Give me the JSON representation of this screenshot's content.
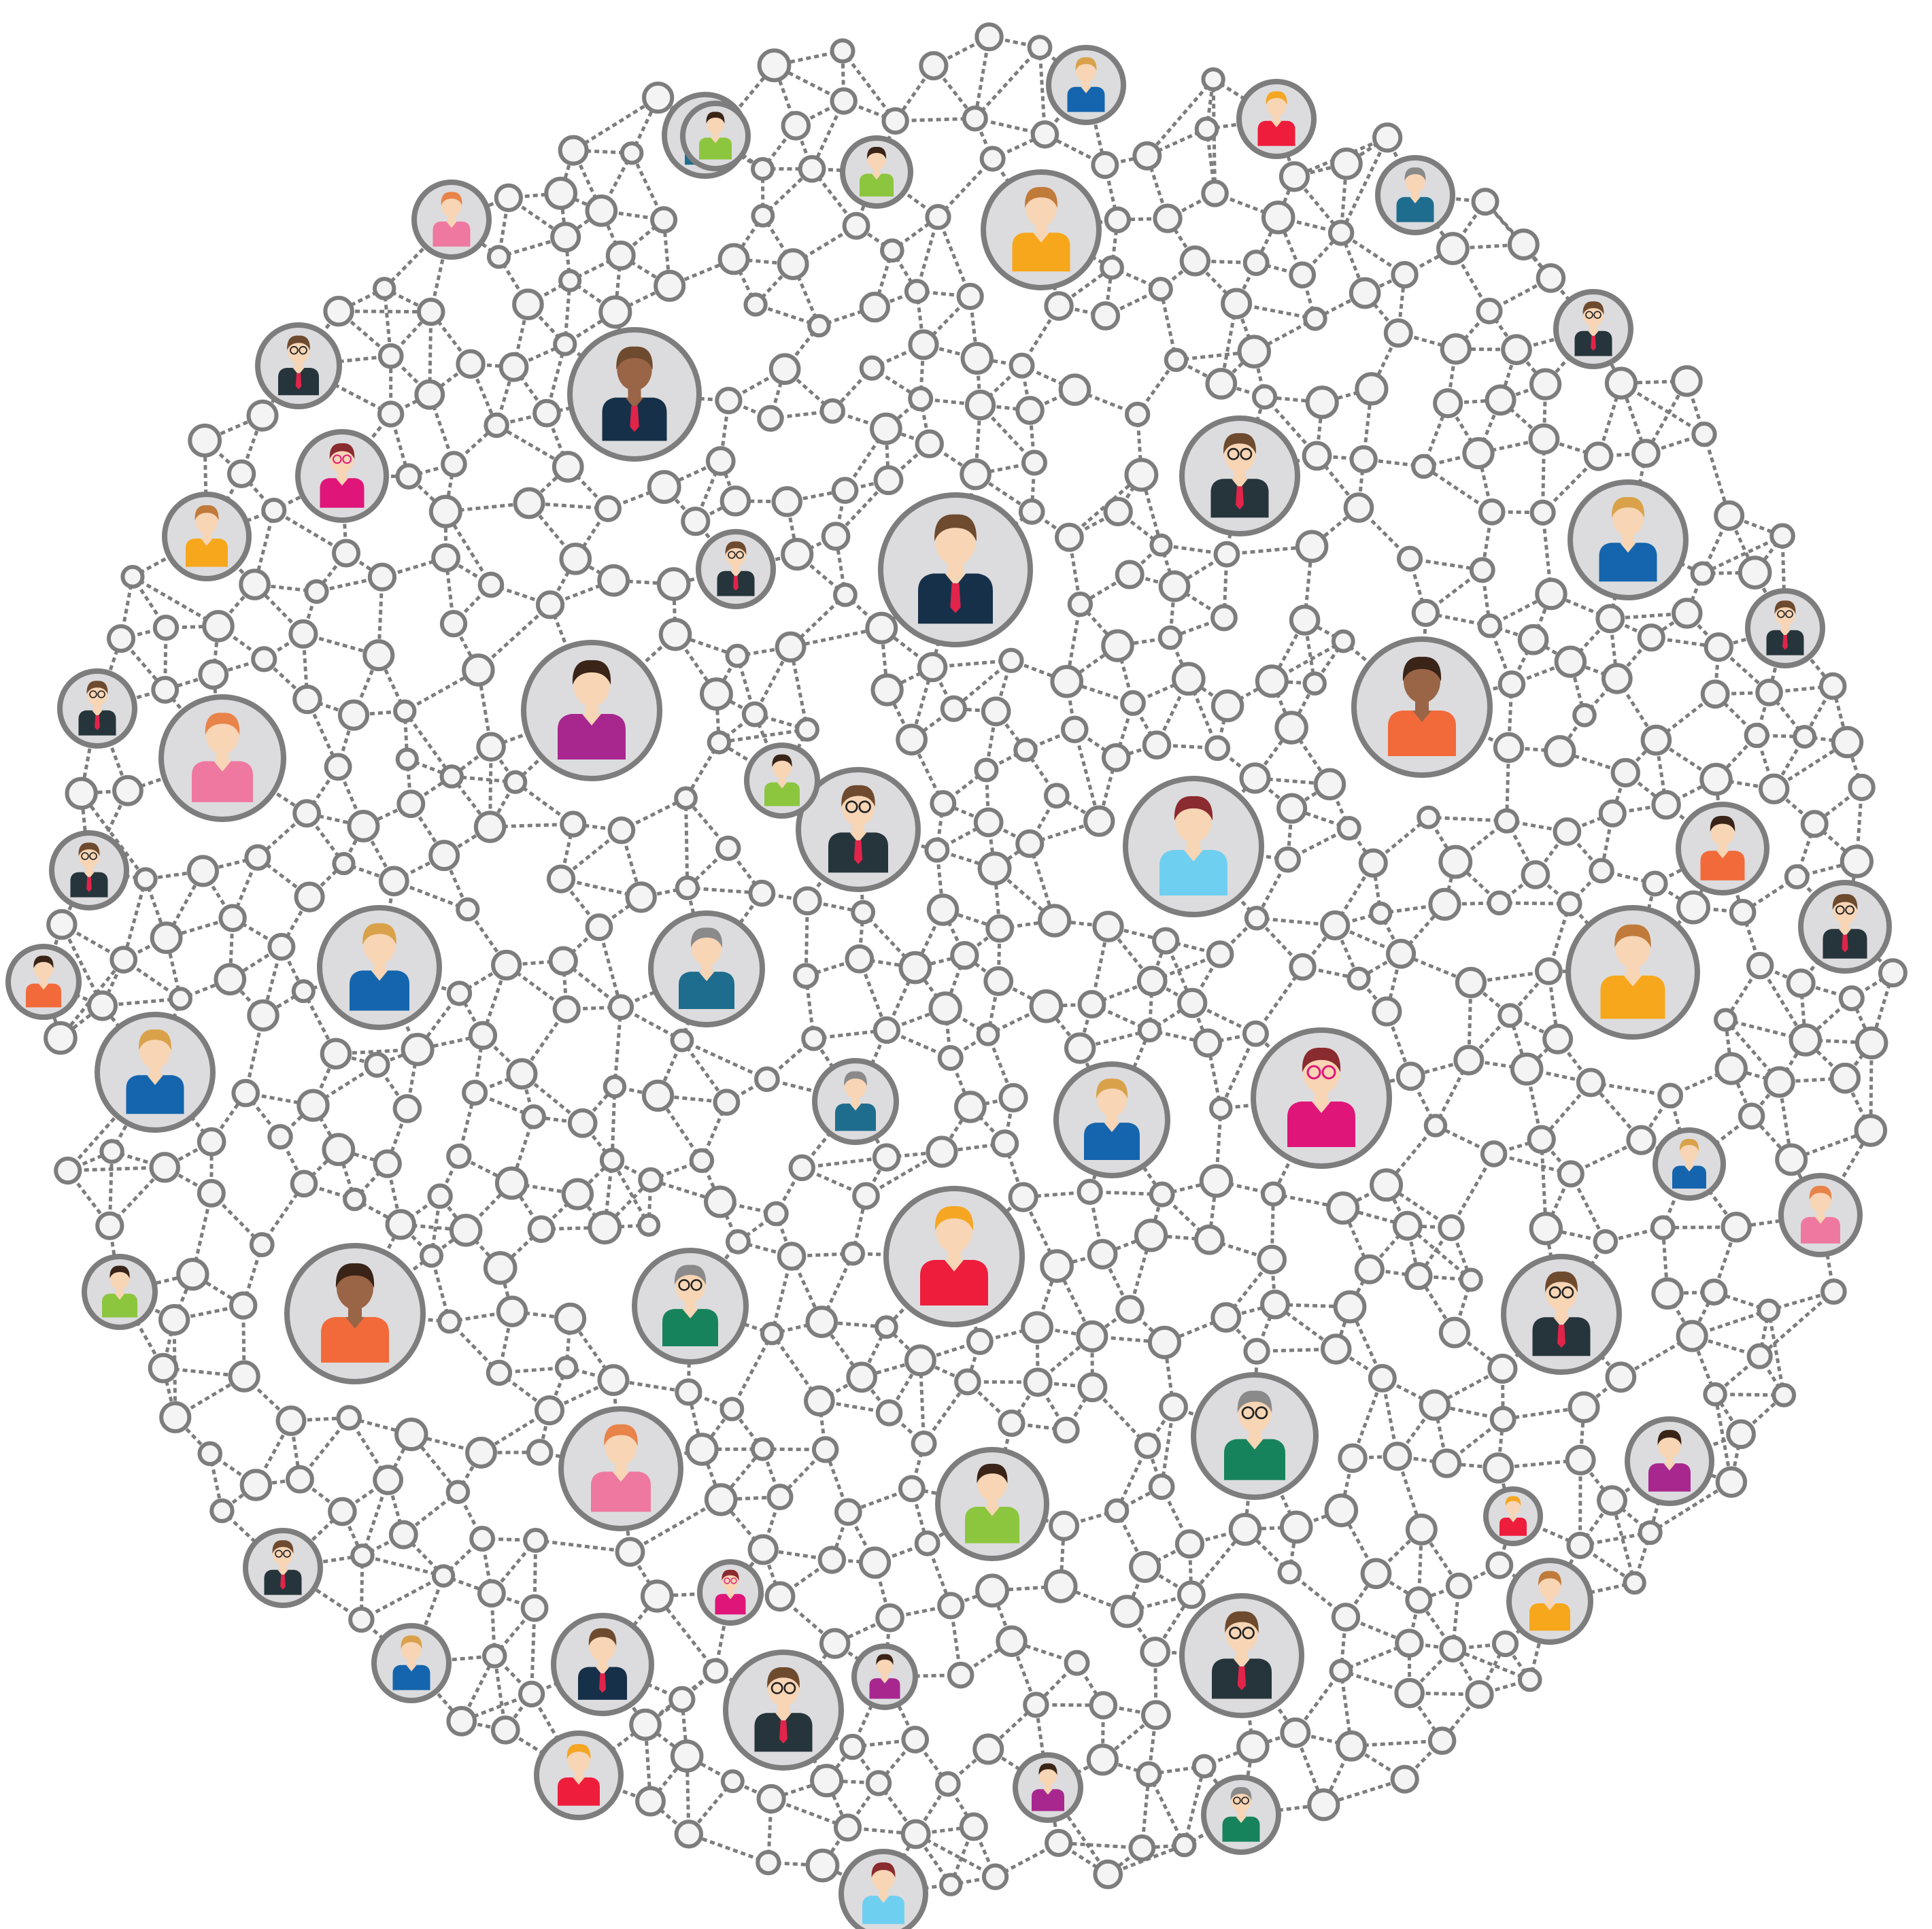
{
  "graphic": {
    "type": "social-network-diagram",
    "colors": {
      "connector": "#7d7d7d",
      "node_fill": "#f4f4f4",
      "avatar_background": "#dcdcde",
      "skin_light": "#f7d5b5",
      "skin_dark": "#9a6546",
      "background": "#ffffff"
    },
    "avatars": [
      {
        "name": "person-navy-man-red-tie",
        "shirt": "#16304a",
        "hair": "#6e4a2e",
        "accent": "#e2234a"
      },
      {
        "name": "person-purple-woman",
        "shirt": "#a8278f",
        "hair": "#3a2418",
        "accent": "#a8278f"
      },
      {
        "name": "person-light-blue-shirt",
        "shirt": "#6fcff1",
        "hair": "#8a2b2f",
        "accent": "#6fcff1"
      },
      {
        "name": "person-orange-shirt",
        "shirt": "#f26a3a",
        "hair": "#3a2418",
        "accent": "#f26a3a"
      },
      {
        "name": "person-red-shirt-woman",
        "shirt": "#ee1d3c",
        "hair": "#f5a623",
        "accent": "#ee1d3c"
      },
      {
        "name": "person-pink-woman-glasses",
        "shirt": "#e0157a",
        "hair": "#8a2b2f",
        "accent": "#e0157a"
      },
      {
        "name": "person-green-shirt-elder",
        "shirt": "#17835c",
        "hair": "#8a8a8a",
        "accent": "#17835c"
      },
      {
        "name": "person-yellow-shirt",
        "shirt": "#f7a71b",
        "hair": "#c07a3a",
        "accent": "#f7a71b"
      },
      {
        "name": "person-pink-shirt",
        "shirt": "#ef78a0",
        "hair": "#e8834a",
        "accent": "#ef78a0"
      },
      {
        "name": "person-blue-shirt",
        "shirt": "#1565ae",
        "hair": "#d9a24a",
        "accent": "#1565ae"
      },
      {
        "name": "person-teal-shirt",
        "shirt": "#1f6d8e",
        "hair": "#8a8a8a",
        "accent": "#1f6d8e"
      },
      {
        "name": "person-lime-shirt",
        "shirt": "#8cc63f",
        "hair": "#3a2418",
        "accent": "#8cc63f"
      },
      {
        "name": "person-dark-suit-glasses",
        "shirt": "#26353b",
        "hair": "#6e4a2e",
        "accent": "#e2234a"
      }
    ]
  }
}
